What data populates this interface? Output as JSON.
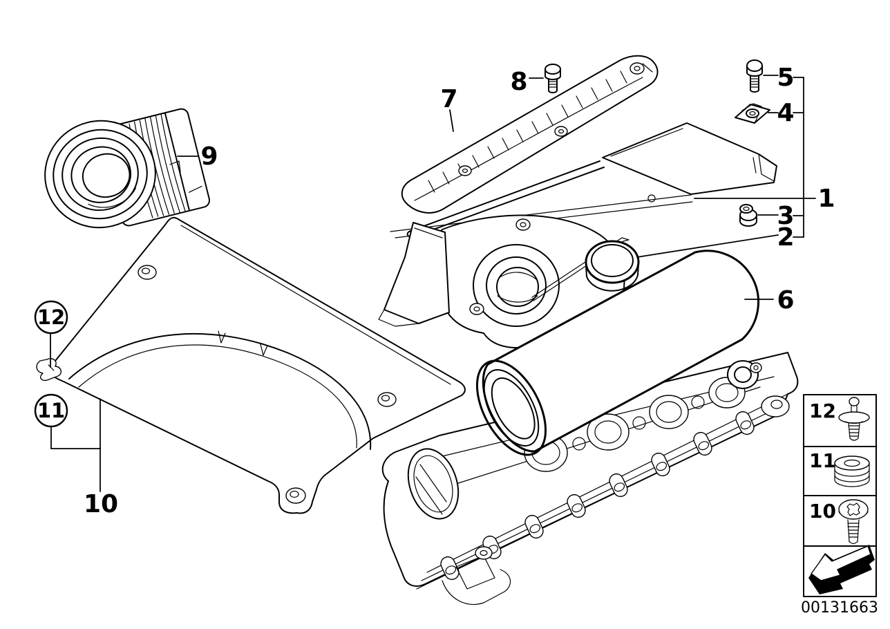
{
  "diagram": {
    "background_color": "#ffffff",
    "line_color": "#000000",
    "part_number": "00131663",
    "callouts": {
      "c1": "1",
      "c2": "2",
      "c3": "3",
      "c4": "4",
      "c5": "5",
      "c6": "6",
      "c7": "7",
      "c8": "8",
      "c9": "9",
      "c10": "10",
      "c11": "11",
      "c12": "12"
    },
    "legend": {
      "rows": [
        {
          "label": "12",
          "icon": "expansion-rivet-icon"
        },
        {
          "label": "11",
          "icon": "grommet-icon"
        },
        {
          "label": "10",
          "icon": "torx-screw-icon"
        }
      ],
      "arrow_icon": "direction-arrow-icon"
    }
  }
}
